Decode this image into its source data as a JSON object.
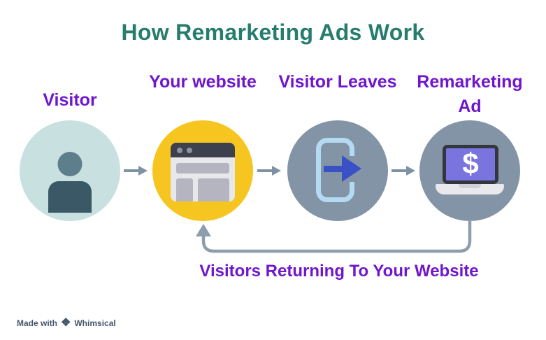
{
  "title": "How Remarketing Ads Work",
  "steps": [
    {
      "label": "Visitor",
      "icon": "person-icon"
    },
    {
      "label": "Your website",
      "icon": "browser-icon"
    },
    {
      "label": "Visitor Leaves",
      "icon": "exit-icon"
    },
    {
      "label": "Remarketing Ad",
      "icon": "laptop-dollar-icon"
    }
  ],
  "flow": {
    "return_label": "Visitors Returning To Your Website",
    "ad_symbol": "$"
  },
  "watermark": {
    "prefix": "Made with",
    "brand": "Whimsical",
    "logo_icon": "whimsical-diamond-icon",
    "logo_glyph": "❖"
  },
  "colors": {
    "background": "#ffffff",
    "title_teal": "#267d6d",
    "label_purple": "#7016cd",
    "circle_visitor": "#c8e0e0",
    "circle_website_yellow": "#f6c51f",
    "circle_gray": "#8294a5",
    "connector_gray": "#7d92a4",
    "return_line_gray": "#8d9dad",
    "exit_arrow_blue": "#3a50c5",
    "ad_screen_purple": "#7a74de"
  }
}
